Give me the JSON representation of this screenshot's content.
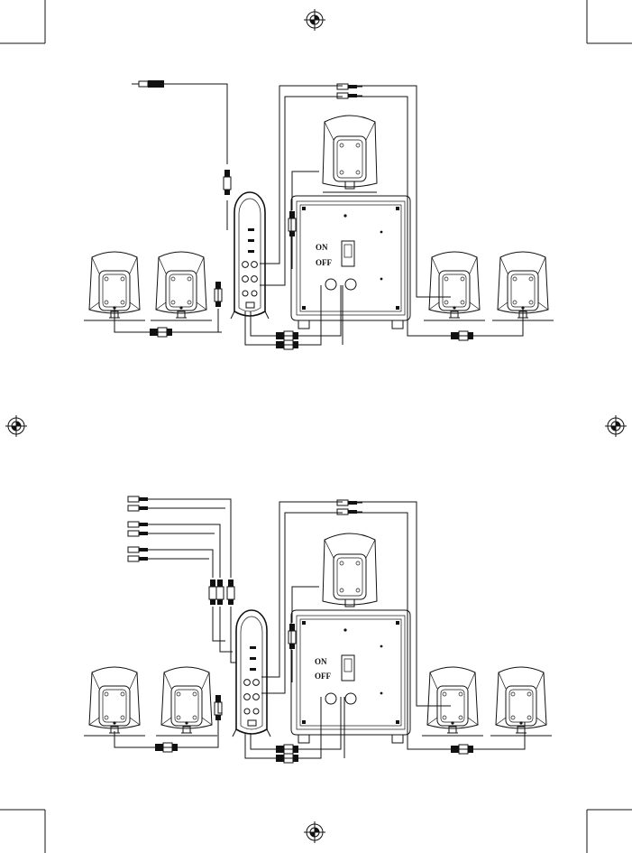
{
  "diagrams": [
    {
      "switch_on_label": "ON",
      "switch_off_label": "OFF"
    },
    {
      "switch_on_label": "ON",
      "switch_off_label": "OFF"
    }
  ],
  "colors": {
    "ink": "#111111",
    "paper": "#ffffff"
  },
  "icons": [
    "registration-mark-icon",
    "crop-mark-icon",
    "speaker-icon",
    "subwoofer-icon",
    "control-unit-icon",
    "rca-plug-icon",
    "stereo-jack-icon"
  ]
}
